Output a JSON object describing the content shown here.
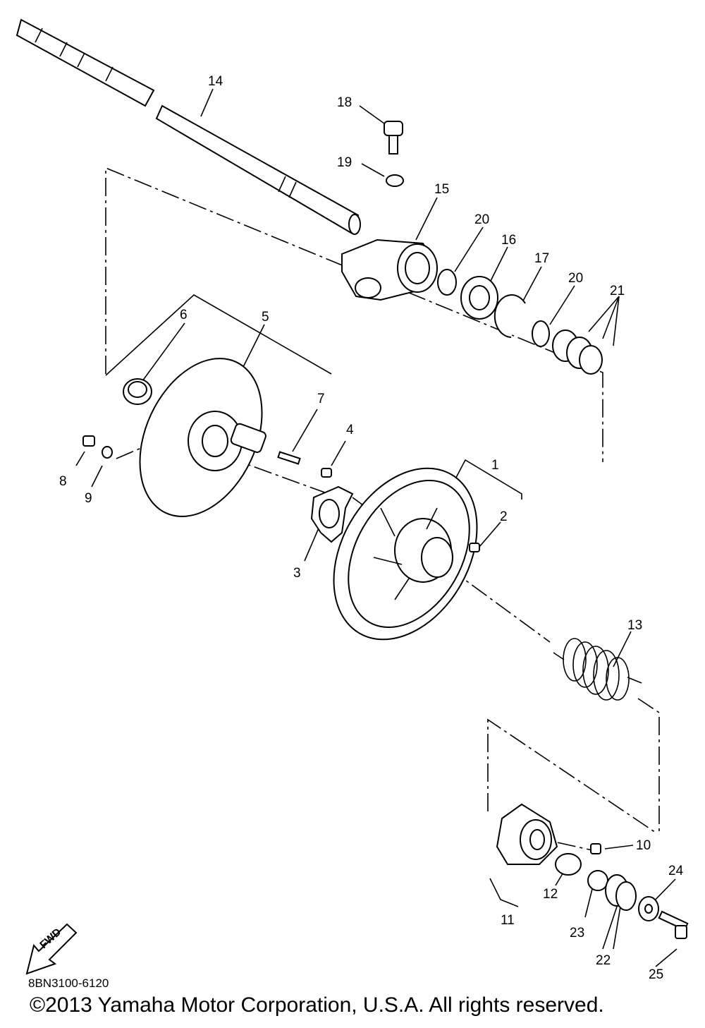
{
  "diagram_code": "8BN3100-6120",
  "copyright": "©2013 Yamaha Motor Corporation, U.S.A. All rights reserved.",
  "fwd_label": "FWD",
  "callouts": [
    "1",
    "2",
    "3",
    "4",
    "5",
    "6",
    "7",
    "8",
    "9",
    "10",
    "11",
    "12",
    "13",
    "14",
    "15",
    "16",
    "17",
    "18",
    "19",
    "20",
    "20",
    "21",
    "22",
    "23",
    "24",
    "25"
  ]
}
